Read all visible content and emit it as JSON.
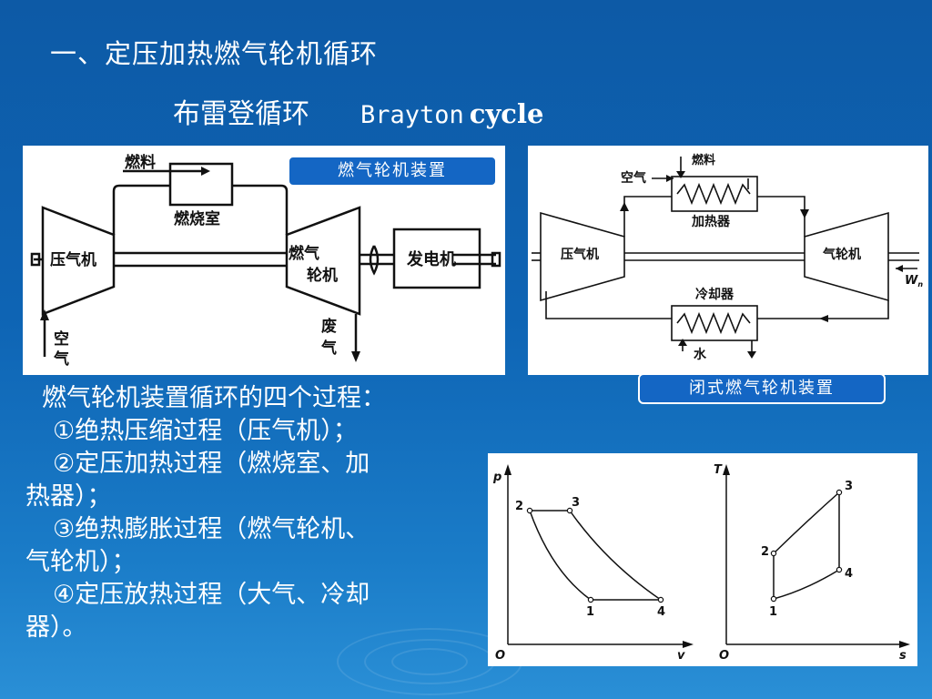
{
  "slide": {
    "title": "一、定压加热燃气轮机循环",
    "subtitle_cn": "布雷登循环",
    "subtitle_en1": "Brayton",
    "subtitle_en2": "cycle"
  },
  "diagram_open": {
    "badge": "燃气轮机装置",
    "fuel": "燃料",
    "combustor": "燃烧室",
    "compressor": "压气机",
    "turbine_line1": "燃气",
    "turbine_line2": "轮机",
    "generator": "发电机",
    "air_1": "空",
    "air_2": "气",
    "exhaust_1": "废",
    "exhaust_2": "气"
  },
  "diagram_closed": {
    "badge": "闭式燃气轮机装置",
    "fuel": "燃料",
    "air": "空气",
    "heater": "加热器",
    "compressor": "压气机",
    "turbine": "气轮机",
    "cooler": "冷却器",
    "water": "水",
    "work": "W",
    "work_sub": "n"
  },
  "processes": {
    "heading": "燃气轮机装置循环的四个过程：",
    "p1": "①绝热压缩过程（压气机）；",
    "p2a": "②定压加热过程（燃烧室、加",
    "p2b": "热器）；",
    "p3a": "③绝热膨胀过程（燃气轮机、",
    "p3b": "气轮机）；",
    "p4a": "④定压放热过程（大气、冷却",
    "p4b": "器）。"
  },
  "pv_diagram": {
    "y_axis": "p",
    "x_axis": "v",
    "origin": "O",
    "pt1": "1",
    "pt2": "2",
    "pt3": "3",
    "pt4": "4"
  },
  "ts_diagram": {
    "y_axis": "T",
    "x_axis": "s",
    "origin": "O",
    "pt1": "1",
    "pt2": "2",
    "pt3": "3",
    "pt4": "4"
  }
}
